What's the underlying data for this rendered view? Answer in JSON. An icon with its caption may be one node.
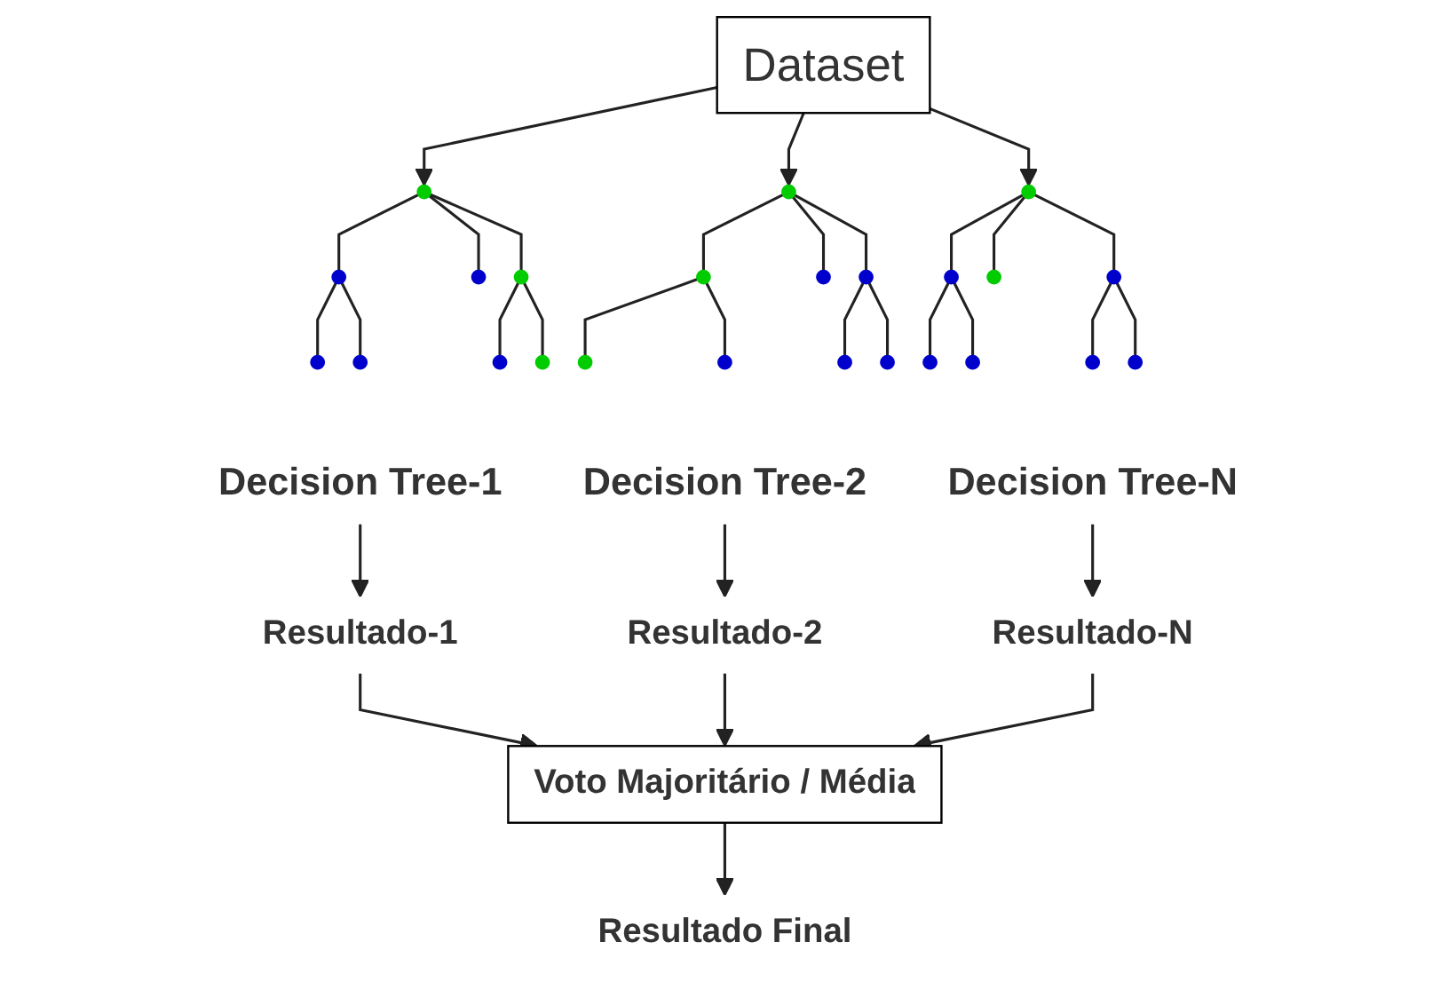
{
  "diagram": {
    "nodes": [
      {
        "text": [
          "Dataset"
        ]
      },
      {
        "text": [],
        "shape": "circle"
      },
      {
        "text": [],
        "shape": "circle"
      },
      {
        "text": [],
        "shape": "circle"
      },
      {
        "text": [],
        "shape": "circle"
      },
      {
        "text": [],
        "shape": "circle"
      },
      {
        "text": [],
        "shape": "circle"
      },
      {
        "text": [],
        "shape": "circle"
      },
      {
        "text": [],
        "shape": "circle"
      },
      {
        "text": [],
        "shape": "circle"
      },
      {
        "text": [],
        "shape": "circle"
      },
      {
        "text": [],
        "shape": "circle"
      },
      {
        "text": [],
        "shape": "circle"
      },
      {
        "text": [],
        "shape": "circle"
      },
      {
        "text": [],
        "shape": "circle"
      },
      {
        "text": [],
        "shape": "circle"
      },
      {
        "text": [],
        "shape": "circle"
      },
      {
        "text": [],
        "shape": "circle"
      },
      {
        "text": [],
        "shape": "circle"
      },
      {
        "text": [],
        "shape": "circle"
      },
      {
        "text": [],
        "shape": "circle"
      },
      {
        "text": [],
        "shape": "circle"
      },
      {
        "text": [],
        "shape": "circle"
      },
      {
        "text": [],
        "shape": "circle"
      },
      {
        "text": [],
        "shape": "circle"
      },
      {
        "text": [
          "Decision Tree-1"
        ]
      },
      {
        "text": [
          "Decision Tree-2"
        ]
      },
      {
        "text": [
          "Decision Tree-N"
        ]
      },
      {
        "text": [
          "Resultado-1"
        ]
      },
      {
        "text": [
          "Resultado-2"
        ]
      },
      {
        "text": [
          "Resultado-N"
        ]
      },
      {
        "text": [
          "Voto Majoritário / Média"
        ]
      },
      {
        "text": [
          "Resultado Final"
        ]
      }
    ],
    "edges": [
      {
        "from": 0,
        "to": 1,
        "arrow": "to"
      },
      {
        "from": 0,
        "to": 2,
        "arrow": "to"
      },
      {
        "from": 0,
        "to": 3,
        "arrow": "to"
      },
      {
        "from": 1,
        "to": 4,
        "arrow": "none"
      },
      {
        "from": 1,
        "to": 5,
        "arrow": "none"
      },
      {
        "from": 1,
        "to": 6,
        "arrow": "none"
      },
      {
        "from": 2,
        "to": 7,
        "arrow": "none"
      },
      {
        "from": 2,
        "to": 8,
        "arrow": "none"
      },
      {
        "from": 2,
        "to": 9,
        "arrow": "none"
      },
      {
        "from": 3,
        "to": 10,
        "arrow": "none"
      },
      {
        "from": 3,
        "to": 11,
        "arrow": "none"
      },
      {
        "from": 3,
        "to": 12,
        "arrow": "none"
      },
      {
        "from": 4,
        "to": 13,
        "arrow": "none"
      },
      {
        "from": 4,
        "to": 14,
        "arrow": "none"
      },
      {
        "from": 6,
        "to": 15,
        "arrow": "none"
      },
      {
        "from": 6,
        "to": 16,
        "arrow": "none"
      },
      {
        "from": 7,
        "to": 17,
        "arrow": "none"
      },
      {
        "from": 7,
        "to": 18,
        "arrow": "none"
      },
      {
        "from": 9,
        "to": 19,
        "arrow": "none"
      },
      {
        "from": 9,
        "to": 20,
        "arrow": "none"
      },
      {
        "from": 10,
        "to": 21,
        "arrow": "none"
      },
      {
        "from": 10,
        "to": 22,
        "arrow": "none"
      },
      {
        "from": 12,
        "to": 23,
        "arrow": "none"
      },
      {
        "from": 12,
        "to": 24,
        "arrow": "none"
      },
      {
        "from": 25,
        "to": 28,
        "arrow": "to"
      },
      {
        "from": 26,
        "to": 29,
        "arrow": "to"
      },
      {
        "from": 27,
        "to": 30,
        "arrow": "to"
      },
      {
        "from": 28,
        "to": 31,
        "arrow": "to"
      },
      {
        "from": 29,
        "to": 31,
        "arrow": "to"
      },
      {
        "from": 30,
        "to": 31,
        "arrow": "to"
      },
      {
        "from": 31,
        "to": 32,
        "arrow": "to"
      }
    ]
  }
}
